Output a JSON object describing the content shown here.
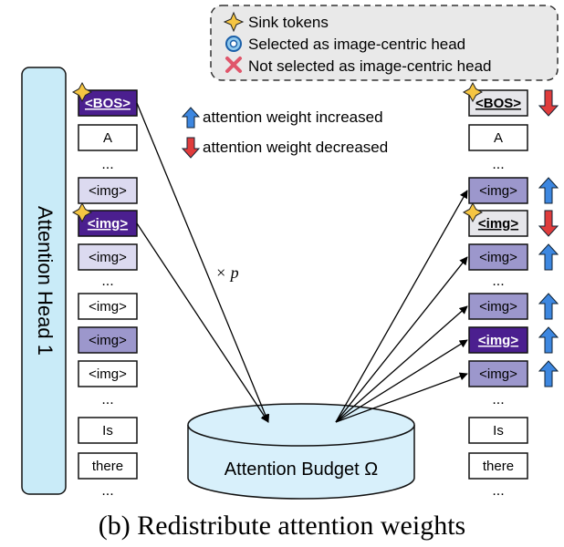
{
  "legend": {
    "sink": "Sink tokens",
    "selected": "Selected as image-centric head",
    "not_selected": "Not selected as image-centric head"
  },
  "arrow_legend": {
    "increased": "attention weight increased",
    "decreased": "attention weight decreased"
  },
  "head_label": "Attention Head 1",
  "multiplier": "× p",
  "budget_label": "Attention Budget Ω",
  "caption": "(b) Redistribute attention weights",
  "left_tokens": [
    {
      "text": "<BOS>",
      "style": "dark",
      "sink": true
    },
    {
      "text": "A",
      "style": "white"
    },
    {
      "text": "...",
      "style": "dots"
    },
    {
      "text": "<img>",
      "style": "lavender"
    },
    {
      "text": "<img>",
      "style": "dark",
      "sink": true
    },
    {
      "text": "<img>",
      "style": "lavender"
    },
    {
      "text": "...",
      "style": "dots"
    },
    {
      "text": "<img>",
      "style": "white"
    },
    {
      "text": "<img>",
      "style": "purple"
    },
    {
      "text": "<img>",
      "style": "white"
    },
    {
      "text": "...",
      "style": "dots"
    },
    {
      "text": "Is",
      "style": "white"
    },
    {
      "text": "there",
      "style": "white"
    },
    {
      "text": "...",
      "style": "dots"
    }
  ],
  "right_tokens": [
    {
      "text": "<BOS>",
      "style": "lightgray",
      "sink": true,
      "change": "decreased"
    },
    {
      "text": "A",
      "style": "white"
    },
    {
      "text": "...",
      "style": "dots"
    },
    {
      "text": "<img>",
      "style": "purple",
      "change": "increased"
    },
    {
      "text": "<img>",
      "style": "lightgray",
      "sink": true,
      "change": "decreased"
    },
    {
      "text": "<img>",
      "style": "purple",
      "change": "increased"
    },
    {
      "text": "...",
      "style": "dots"
    },
    {
      "text": "<img>",
      "style": "purple",
      "change": "increased"
    },
    {
      "text": "<img>",
      "style": "dark",
      "change": "increased"
    },
    {
      "text": "<img>",
      "style": "purple",
      "change": "increased"
    },
    {
      "text": "...",
      "style": "dots"
    },
    {
      "text": "Is",
      "style": "white"
    },
    {
      "text": "there",
      "style": "white"
    },
    {
      "text": "...",
      "style": "dots"
    }
  ],
  "colors": {
    "dark": "#4b1f8f",
    "purple": "#9c97cc",
    "lavender": "#dcdaf0",
    "lightgray": "#e6e6ea",
    "head_fill": "#c9ebf8",
    "budget_fill": "#d8f0fb",
    "up_arrow": "#3d87e0",
    "down_arrow": "#e03c3c",
    "star": "#f5c542",
    "legend_bg": "#e9e9e9"
  }
}
